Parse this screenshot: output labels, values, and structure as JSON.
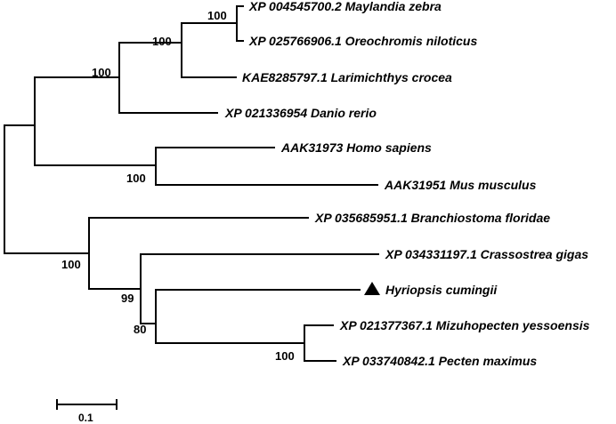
{
  "tree": {
    "taxa": {
      "maylandia": "XP 004545700.2 Maylandia zebra",
      "oreochromis": "XP 025766906.1 Oreochromis niloticus",
      "larimichthys": "KAE8285797.1 Larimichthys crocea",
      "danio": "XP 021336954 Danio rerio",
      "homo": "AAK31973 Homo sapiens",
      "mus": "AAK31951 Mus musculus",
      "branchiostoma": "XP 035685951.1 Branchiostoma floridae",
      "crassostrea": "XP 034331197.1 Crassostrea gigas",
      "hyriopsis": "Hyriopsis cumingii",
      "mizuhopecten": "XP 021377367.1 Mizuhopecten yessoensis",
      "pecten": "XP 033740842.1 Pecten maximus"
    },
    "support": {
      "maylandia_oreochromis": "100",
      "cichlid_larimichthys": "100",
      "fish": "100",
      "mammals": "100",
      "invertebrates": "100",
      "molluscs": "99",
      "hyriopsis_scallops": "80",
      "scallops": "100"
    },
    "marker": {
      "taxon": "hyriopsis",
      "symbol": "filled-triangle",
      "color": "#000000"
    },
    "scale_bar": {
      "label": "0.1"
    }
  }
}
